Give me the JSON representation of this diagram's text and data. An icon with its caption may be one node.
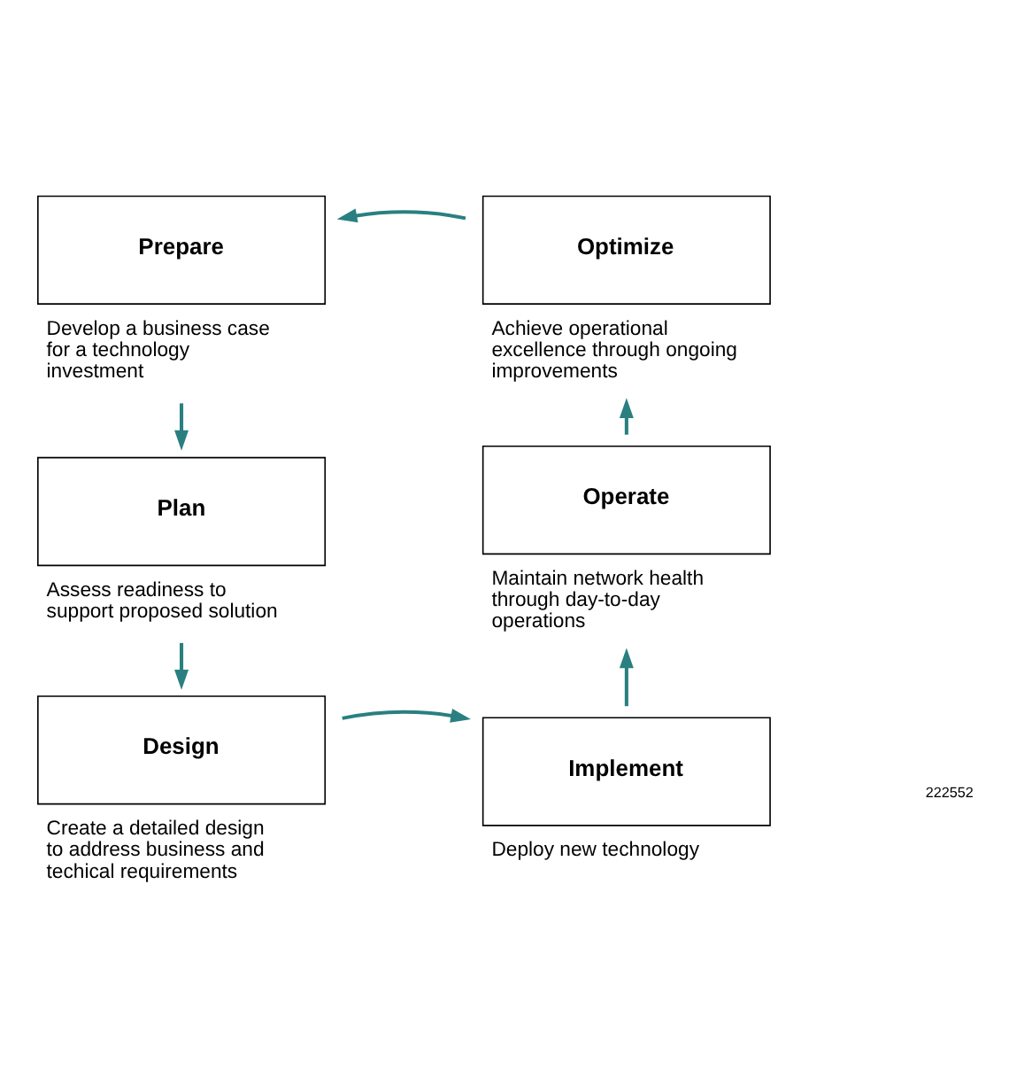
{
  "diagram": {
    "nodes": [
      {
        "text": [
          "Prepare"
        ],
        "beside": [
          "Develop a business case for a technology investment"
        ]
      },
      {
        "text": [
          "Plan"
        ],
        "beside": [
          "Assess readiness to support proposed solution"
        ]
      },
      {
        "text": [
          "Design"
        ],
        "beside": [
          "Create a detailed design to address business and techical requirements"
        ]
      },
      {
        "text": [
          "Implement"
        ],
        "beside": [
          "Deploy new technology"
        ]
      },
      {
        "text": [
          "Operate"
        ],
        "beside": [
          "Maintain network health through day-to-day operations"
        ]
      },
      {
        "text": [
          "Optimize"
        ],
        "beside": [
          "Achieve operational excellence through ongoing improvements"
        ]
      }
    ],
    "edges": [
      {
        "from": 0,
        "to": 1,
        "arrow": "to"
      },
      {
        "from": 1,
        "to": 2,
        "arrow": "to"
      },
      {
        "from": 2,
        "to": 3,
        "arrow": "to"
      },
      {
        "from": 3,
        "to": 4,
        "arrow": "to"
      },
      {
        "from": 4,
        "to": 5,
        "arrow": "to"
      },
      {
        "from": 5,
        "to": 0,
        "arrow": "to"
      }
    ],
    "labels": [
      "222552"
    ]
  }
}
